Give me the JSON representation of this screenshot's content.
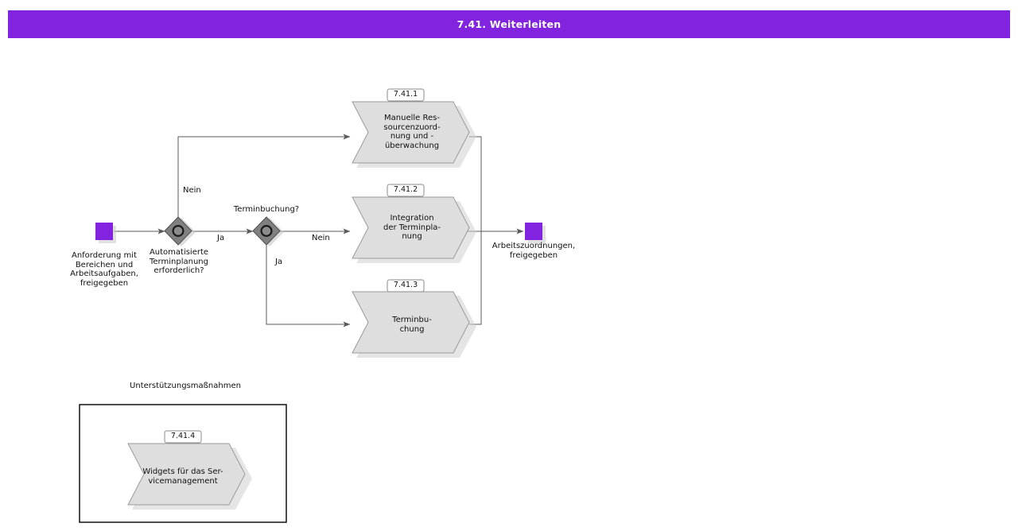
{
  "header": {
    "title": "7.41. Weiterleiten",
    "bar_color": "#8223E0",
    "text_color": "#ffffff"
  },
  "diagram": {
    "type": "process-flow",
    "accent_color": "#8223E0",
    "task_fill": "#DEDEDE",
    "gateway_fill": "#808080",
    "start_event": {
      "name": "start-event",
      "label": "Anforderung mit\nBereichen und\nArbeitsaufgaben,\nfreigegeben"
    },
    "end_event": {
      "name": "end-event",
      "label": "Arbeitszuordnungen,\nfreigegeben"
    },
    "gateways": [
      {
        "id": "gw1",
        "label": "Automatisierte\nTerminplanung\nerforderlich?",
        "label_position": "below"
      },
      {
        "id": "gw2",
        "label": "Terminbuchung?",
        "label_position": "above"
      }
    ],
    "edge_labels": [
      {
        "id": "gw1-no",
        "text": "Nein"
      },
      {
        "id": "gw1-yes",
        "text": "Ja"
      },
      {
        "id": "gw2-no",
        "text": "Nein"
      },
      {
        "id": "gw2-yes",
        "text": "Ja"
      }
    ],
    "tasks": [
      {
        "id": "7.41.1",
        "badge": "7.41.1",
        "label": "Manuelle Res-\nsourcenzuord-\nnung und -\nüberwachung"
      },
      {
        "id": "7.41.2",
        "badge": "7.41.2",
        "label": "Integration\nder Terminpla-\nnung"
      },
      {
        "id": "7.41.3",
        "badge": "7.41.3",
        "label": "Terminbu-\nchung"
      },
      {
        "id": "7.41.4",
        "badge": "7.41.4",
        "label": "Widgets für das Ser-\nvicemanagement"
      }
    ],
    "group": {
      "title": "Unterstützungsmaßnahmen"
    }
  }
}
